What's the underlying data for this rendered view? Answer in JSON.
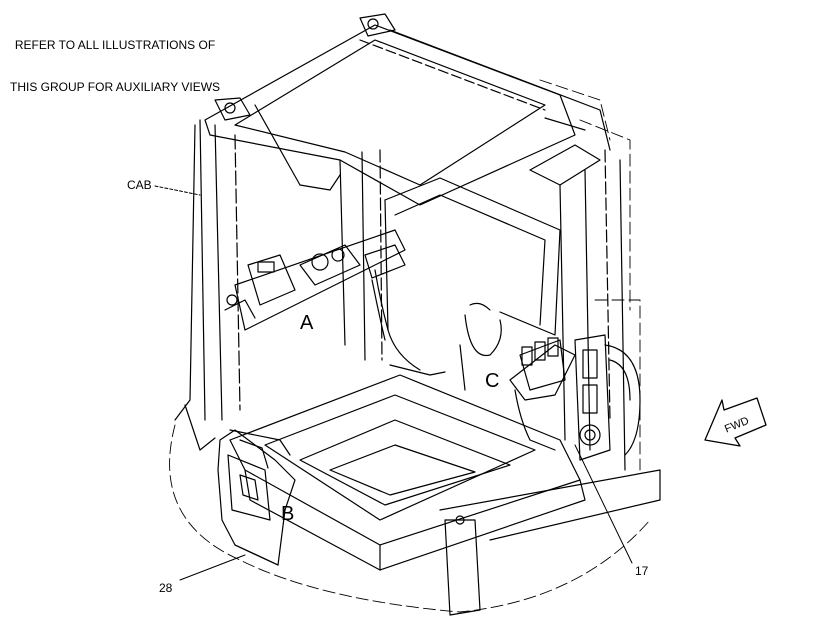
{
  "note": {
    "line1": "REFER TO ALL ILLUSTRATIONS OF",
    "line2": "THIS GROUP FOR AUXILIARY VIEWS"
  },
  "callouts": {
    "cab": "CAB",
    "view_a": "A",
    "view_b": "B",
    "view_c": "C",
    "part_17": "17",
    "part_28": "28"
  },
  "fwd_arrow": {
    "label": "FWD"
  }
}
